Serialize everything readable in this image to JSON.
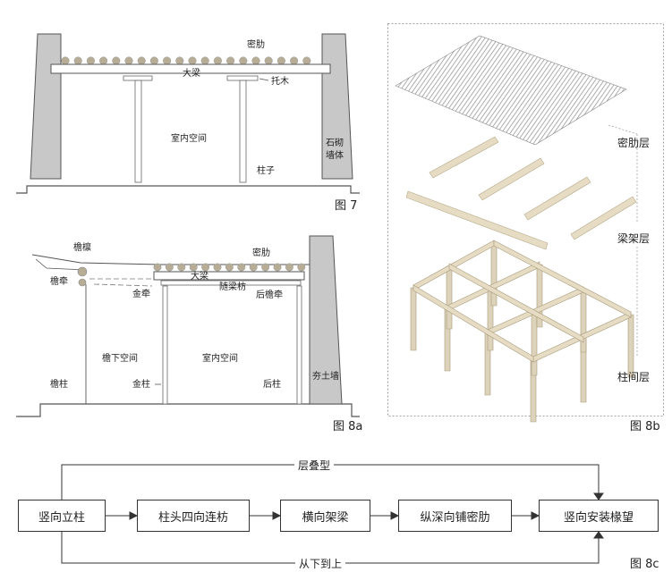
{
  "fig7": {
    "labels": {
      "miji": "密肋",
      "daliang": "大梁",
      "tuomu": "托木",
      "shinei": "室内空间",
      "shiqi1": "石砌",
      "shiqi2": "墙体",
      "zhuzi": "柱子"
    },
    "caption": "图 7"
  },
  "fig8a": {
    "labels": {
      "yanlin": "檐檩",
      "miji": "密肋",
      "yanqian": "檐牵",
      "daliang": "大梁",
      "jinqian": "金牵",
      "suiliangfang": "随梁枋",
      "houyanqian": "后檐牵",
      "yanxia": "檐下空间",
      "shinei": "室内空间",
      "yanzhu": "檐柱",
      "jinzhu": "金柱",
      "houzhu": "后柱",
      "hangtu": "夯土墙"
    },
    "caption": "图 8a"
  },
  "fig8b": {
    "labels": {
      "mijiceng": "密肋层",
      "liangjiaceng": "梁架层",
      "zhujianceng": "柱间层"
    },
    "caption": "图 8b"
  },
  "fig8c": {
    "steps": [
      "竖向立柱",
      "柱头四向连枋",
      "横向架梁",
      "纵深向铺密肋",
      "竖向安装椽望"
    ],
    "top_label": "层叠型",
    "bottom_label": "从下到上",
    "caption": "图 8c"
  },
  "colors": {
    "wall": "#c8c8c8",
    "wood": "#e6dcc4",
    "timber_fill": "#ddd3bb",
    "rib": "#b7ad96",
    "line": "#555555"
  }
}
